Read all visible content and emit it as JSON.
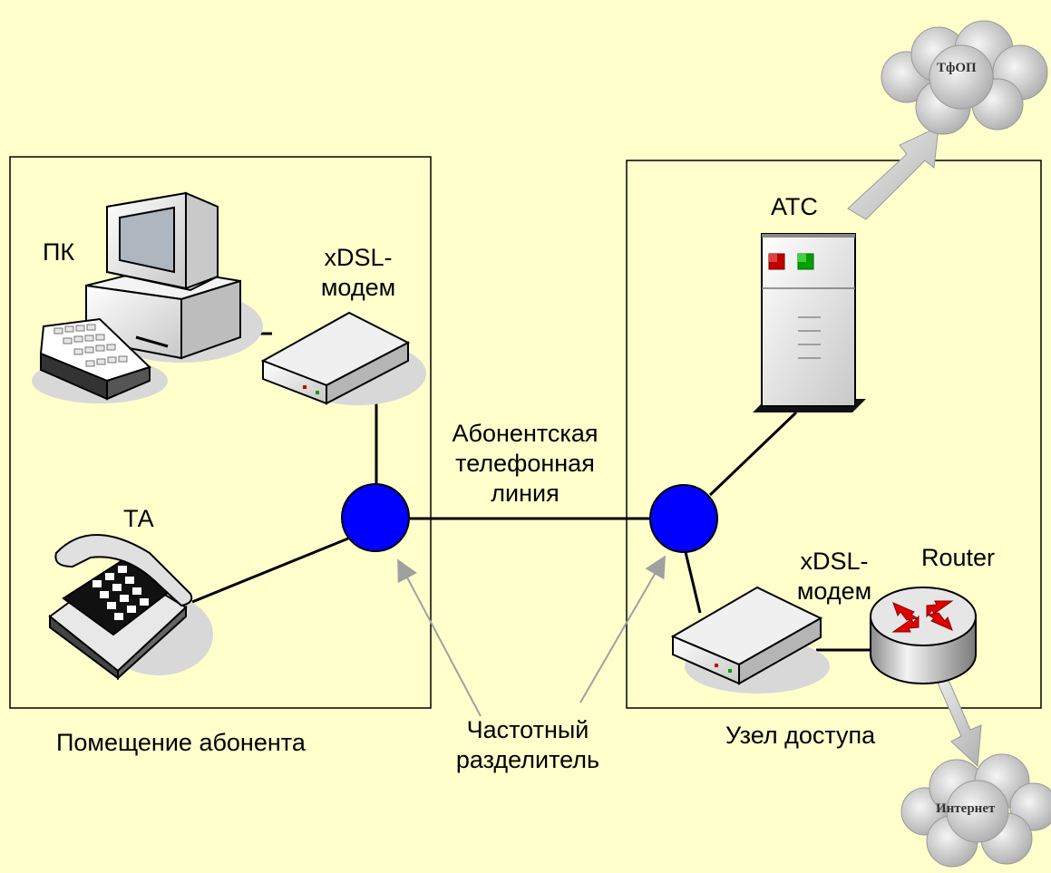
{
  "labels": {
    "pc": "ПК",
    "xdsl_modem_left": [
      "xDSL-",
      "модем"
    ],
    "phone": "ТА",
    "line": [
      "Абонентская",
      "телефонная",
      "линия"
    ],
    "ats": "АТС",
    "xdsl_modem_right": [
      "xDSL-",
      "модем"
    ],
    "router": "Router",
    "subscriber_premises": "Помещение абонента",
    "splitter": [
      "Частотный",
      "разделитель"
    ],
    "access_node": "Узел доступа",
    "pstn_cloud": "ТфОП",
    "internet_cloud": "Интернет"
  },
  "colors": {
    "background": "#ffffcc",
    "splitter": "#0000ff",
    "arrow": "#a0a0a0",
    "cloud": "#d9d9d9",
    "router_arrows": "#e00000",
    "ats_led_red": "#c00000",
    "ats_led_green": "#00a000"
  },
  "icons": [
    "pc-icon",
    "modem-icon",
    "phone-icon",
    "ats-icon",
    "router-icon",
    "cloud-icon"
  ]
}
